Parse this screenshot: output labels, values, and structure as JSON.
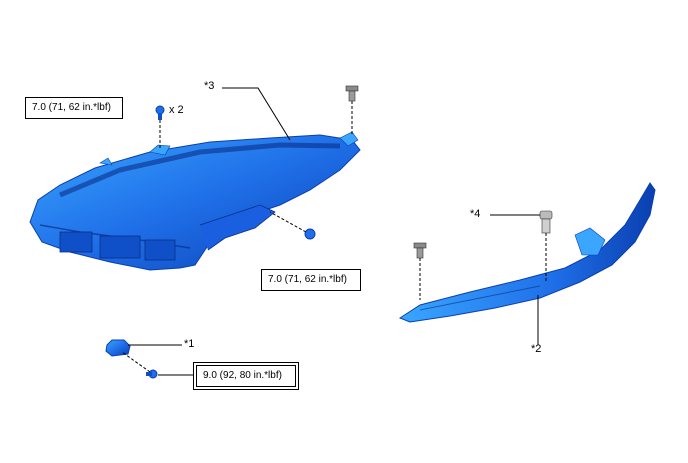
{
  "callouts": {
    "c1": "*1",
    "c2": "*2",
    "c3": "*3",
    "c4": "*4"
  },
  "torques": {
    "top_left": "7.0 (71, 62 in.*lbf)",
    "mid_right": "7.0 (71, 62 in.*lbf)",
    "bottom": "9.0 (92, 80 in.*lbf)"
  },
  "quantity": "x 2",
  "colors": {
    "part_blue": "#1f6fe8",
    "part_dark": "#0a3fb0",
    "part_light": "#3aa6ff"
  }
}
